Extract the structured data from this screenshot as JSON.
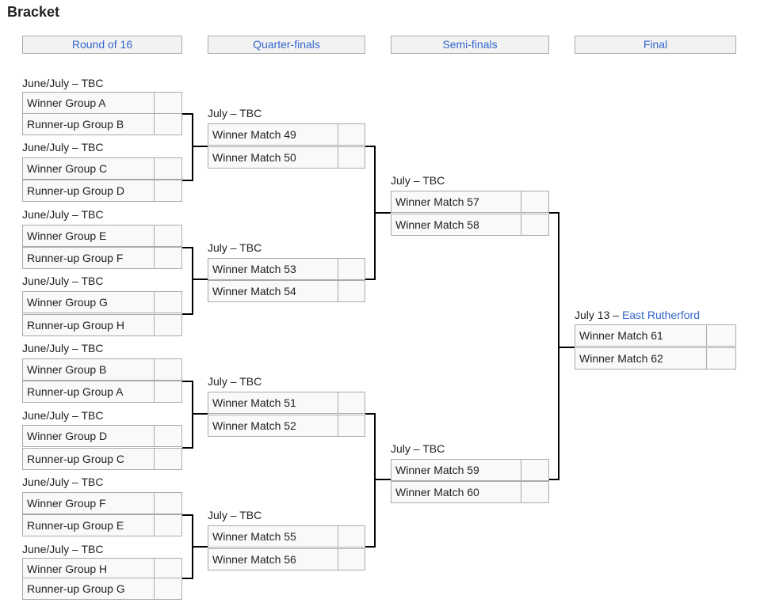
{
  "page": {
    "title": "Bracket"
  },
  "rounds": [
    {
      "label": "Round of 16"
    },
    {
      "label": "Quarter-finals"
    },
    {
      "label": "Semi-finals"
    },
    {
      "label": "Final"
    }
  ],
  "matches": [
    {
      "round": 0,
      "date": "June/July – TBC",
      "venue": "",
      "team1": "Winner Group A",
      "team2": "Runner-up Group B",
      "score1": "",
      "score2": ""
    },
    {
      "round": 0,
      "date": "June/July – TBC",
      "venue": "",
      "team1": "Winner Group C",
      "team2": "Runner-up Group D",
      "score1": "",
      "score2": ""
    },
    {
      "round": 0,
      "date": "June/July – TBC",
      "venue": "",
      "team1": "Winner Group E",
      "team2": "Runner-up Group F",
      "score1": "",
      "score2": ""
    },
    {
      "round": 0,
      "date": "June/July – TBC",
      "venue": "",
      "team1": "Winner Group G",
      "team2": "Runner-up Group H",
      "score1": "",
      "score2": ""
    },
    {
      "round": 0,
      "date": "June/July – TBC",
      "venue": "",
      "team1": "Winner Group B",
      "team2": "Runner-up Group A",
      "score1": "",
      "score2": ""
    },
    {
      "round": 0,
      "date": "June/July – TBC",
      "venue": "",
      "team1": "Winner Group D",
      "team2": "Runner-up Group C",
      "score1": "",
      "score2": ""
    },
    {
      "round": 0,
      "date": "June/July – TBC",
      "venue": "",
      "team1": "Winner Group F",
      "team2": "Runner-up Group E",
      "score1": "",
      "score2": ""
    },
    {
      "round": 0,
      "date": "June/July – TBC",
      "venue": "",
      "team1": "Winner Group H",
      "team2": "Runner-up Group G",
      "score1": "",
      "score2": ""
    },
    {
      "round": 1,
      "date": "July – TBC",
      "venue": "",
      "team1": "Winner Match 49",
      "team2": "Winner Match 50",
      "score1": "",
      "score2": ""
    },
    {
      "round": 1,
      "date": "July – TBC",
      "venue": "",
      "team1": "Winner Match 53",
      "team2": "Winner Match 54",
      "score1": "",
      "score2": ""
    },
    {
      "round": 1,
      "date": "July – TBC",
      "venue": "",
      "team1": "Winner Match 51",
      "team2": "Winner Match 52",
      "score1": "",
      "score2": ""
    },
    {
      "round": 1,
      "date": "July – TBC",
      "venue": "",
      "team1": "Winner Match 55",
      "team2": "Winner Match 56",
      "score1": "",
      "score2": ""
    },
    {
      "round": 2,
      "date": "July – TBC",
      "venue": "",
      "team1": "Winner Match 57",
      "team2": "Winner Match 58",
      "score1": "",
      "score2": ""
    },
    {
      "round": 2,
      "date": "July – TBC",
      "venue": "",
      "team1": "Winner Match 59",
      "team2": "Winner Match 60",
      "score1": "",
      "score2": ""
    },
    {
      "round": 3,
      "date": "July 13 – ",
      "venue": "East Rutherford",
      "team1": "Winner Match 61",
      "team2": "Winner Match 62",
      "score1": "",
      "score2": ""
    }
  ],
  "colors": {
    "link": "#3366cc",
    "border": "#aaaaaa",
    "cell": "#f9f9f9",
    "header": "#f2f2f2",
    "connector": "#000000"
  }
}
